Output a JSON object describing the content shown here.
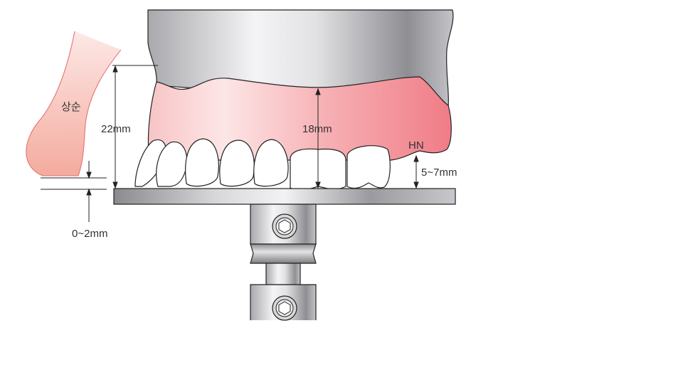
{
  "labels": {
    "upper_lip": "상순",
    "height_total": "22mm",
    "height_gum": "18mm",
    "hn": "HN",
    "hn_distance": "5~7mm",
    "lip_gap": "0~2mm"
  },
  "colors": {
    "gum_light": "#fbe0e0",
    "gum_dark": "#f2868f",
    "lip": "#f5b3a8",
    "metal": "#b8b8bc"
  }
}
